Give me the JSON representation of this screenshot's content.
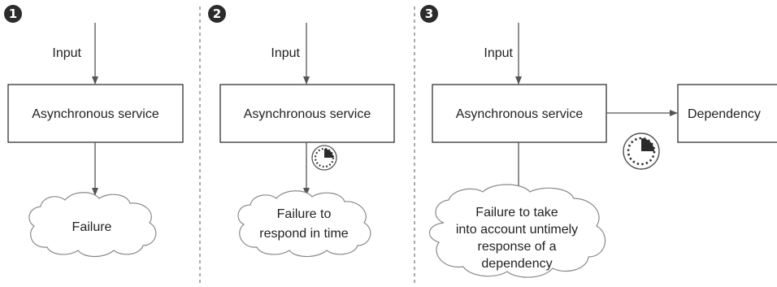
{
  "panels": [
    {
      "badge": "1",
      "input_label": "Input",
      "service_label": "Asynchronous service",
      "cloud_lines": [
        "Failure"
      ]
    },
    {
      "badge": "2",
      "input_label": "Input",
      "service_label": "Asynchronous service",
      "cloud_lines": [
        "Failure to",
        "respond in time"
      ]
    },
    {
      "badge": "3",
      "input_label": "Input",
      "service_label": "Asynchronous service",
      "dependency_label": "Dependency",
      "cloud_lines": [
        "Failure to take",
        "into account untimely",
        "response of a",
        "dependency"
      ]
    }
  ],
  "icons": {
    "timer": "timer-icon",
    "arrow": "arrow-down-icon"
  },
  "colors": {
    "line": "#555555",
    "badge": "#2b2b2b",
    "box_stroke": "#222222",
    "cloud_stroke": "#8a8a8a",
    "separator": "#555555"
  }
}
